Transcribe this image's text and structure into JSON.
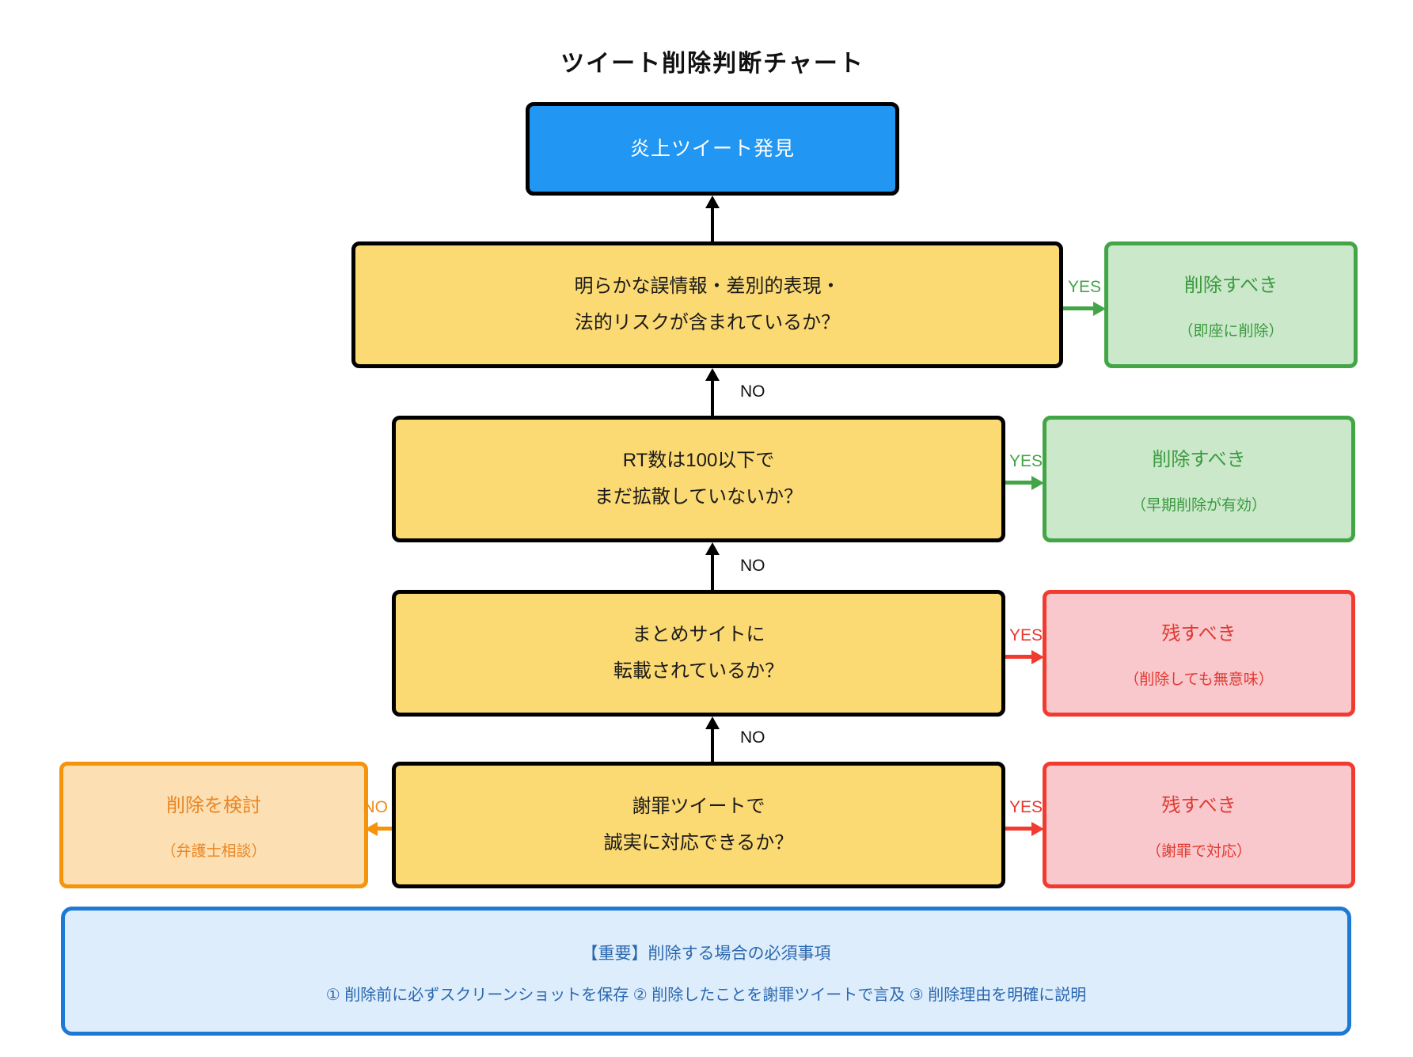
{
  "title": "ツイート削除判断チャート",
  "labels": {
    "yes": "YES",
    "no": "NO"
  },
  "nodes": {
    "start": {
      "label": "炎上ツイート発見"
    },
    "q1": {
      "line1": "明らかな誤情報・差別的表現・",
      "line2": "法的リスクが含まれているか？"
    },
    "q2": {
      "line1": "RT数は100以下で",
      "line2": "まだ拡散していないか？"
    },
    "q3": {
      "line1": "まとめサイトに",
      "line2": "転載されているか？"
    },
    "q4": {
      "line1": "謝罪ツイートで",
      "line2": "誠実に対応できるか？"
    },
    "r1": {
      "title": "削除すべき",
      "subtitle": "（即座に削除）"
    },
    "r2": {
      "title": "削除すべき",
      "subtitle": "（早期削除が有効）"
    },
    "r3": {
      "title": "残すべき",
      "subtitle": "（削除しても無意味）"
    },
    "r4": {
      "title": "残すべき",
      "subtitle": "（謝罪で対応）"
    },
    "consider": {
      "title": "削除を検討",
      "subtitle": "（弁護士相談）"
    }
  },
  "note": {
    "title": "【重要】削除する場合の必須事項",
    "body": "① 削除前に必ずスクリーンショットを保存 ② 削除したことを謝罪ツイートで言及 ③ 削除理由を明確に説明"
  },
  "colors": {
    "start_fill": "#2196f3",
    "question_fill": "#fbd973",
    "delete_fill": "#cbe8cb",
    "delete_border": "#42a546",
    "keep_fill": "#f9c8cd",
    "keep_border": "#f23b30",
    "consider_fill": "#fce0b4",
    "consider_border": "#f5940a",
    "note_fill": "#deedfb",
    "note_border": "#1d79d4",
    "note_text": "#2a68b0"
  }
}
